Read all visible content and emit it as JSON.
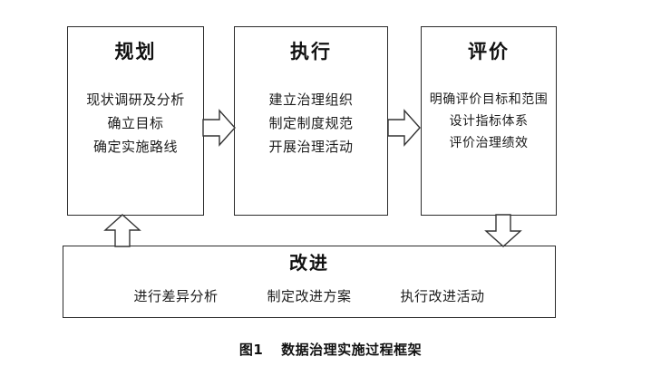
{
  "figure": {
    "caption_label": "图1",
    "caption_title": "数据治理实施过程框架"
  },
  "diagram": {
    "type": "process-framework",
    "boxes": [
      {
        "id": "plan",
        "title": "规划",
        "items": [
          "现状调研及分析",
          "确立目标",
          "确定实施路线"
        ]
      },
      {
        "id": "execute",
        "title": "执行",
        "items": [
          "建立治理组织",
          "制定制度规范",
          "开展治理活动"
        ]
      },
      {
        "id": "evaluate",
        "title": "评价",
        "items": [
          "明确评价目标和范围",
          "设计指标体系",
          "评价治理绩效"
        ]
      },
      {
        "id": "improve",
        "title": "改进",
        "items": [
          "进行差异分析",
          "制定改进方案",
          "执行改进活动"
        ]
      }
    ],
    "arrows": [
      {
        "id": "plan-to-execute",
        "direction": "right",
        "from": "规划",
        "to": "执行"
      },
      {
        "id": "execute-to-evaluate",
        "direction": "right",
        "from": "执行",
        "to": "评价"
      },
      {
        "id": "evaluate-to-improve",
        "direction": "down",
        "from": "评价",
        "to": "改进"
      },
      {
        "id": "improve-to-plan",
        "direction": "up",
        "from": "改进",
        "to": "规划"
      }
    ],
    "colors": {
      "background": "#ffffff",
      "box_border": "#2b2b2b",
      "arrow_stroke": "#333333",
      "arrow_fill": "#ffffff",
      "text": "#1a1a1a"
    }
  }
}
